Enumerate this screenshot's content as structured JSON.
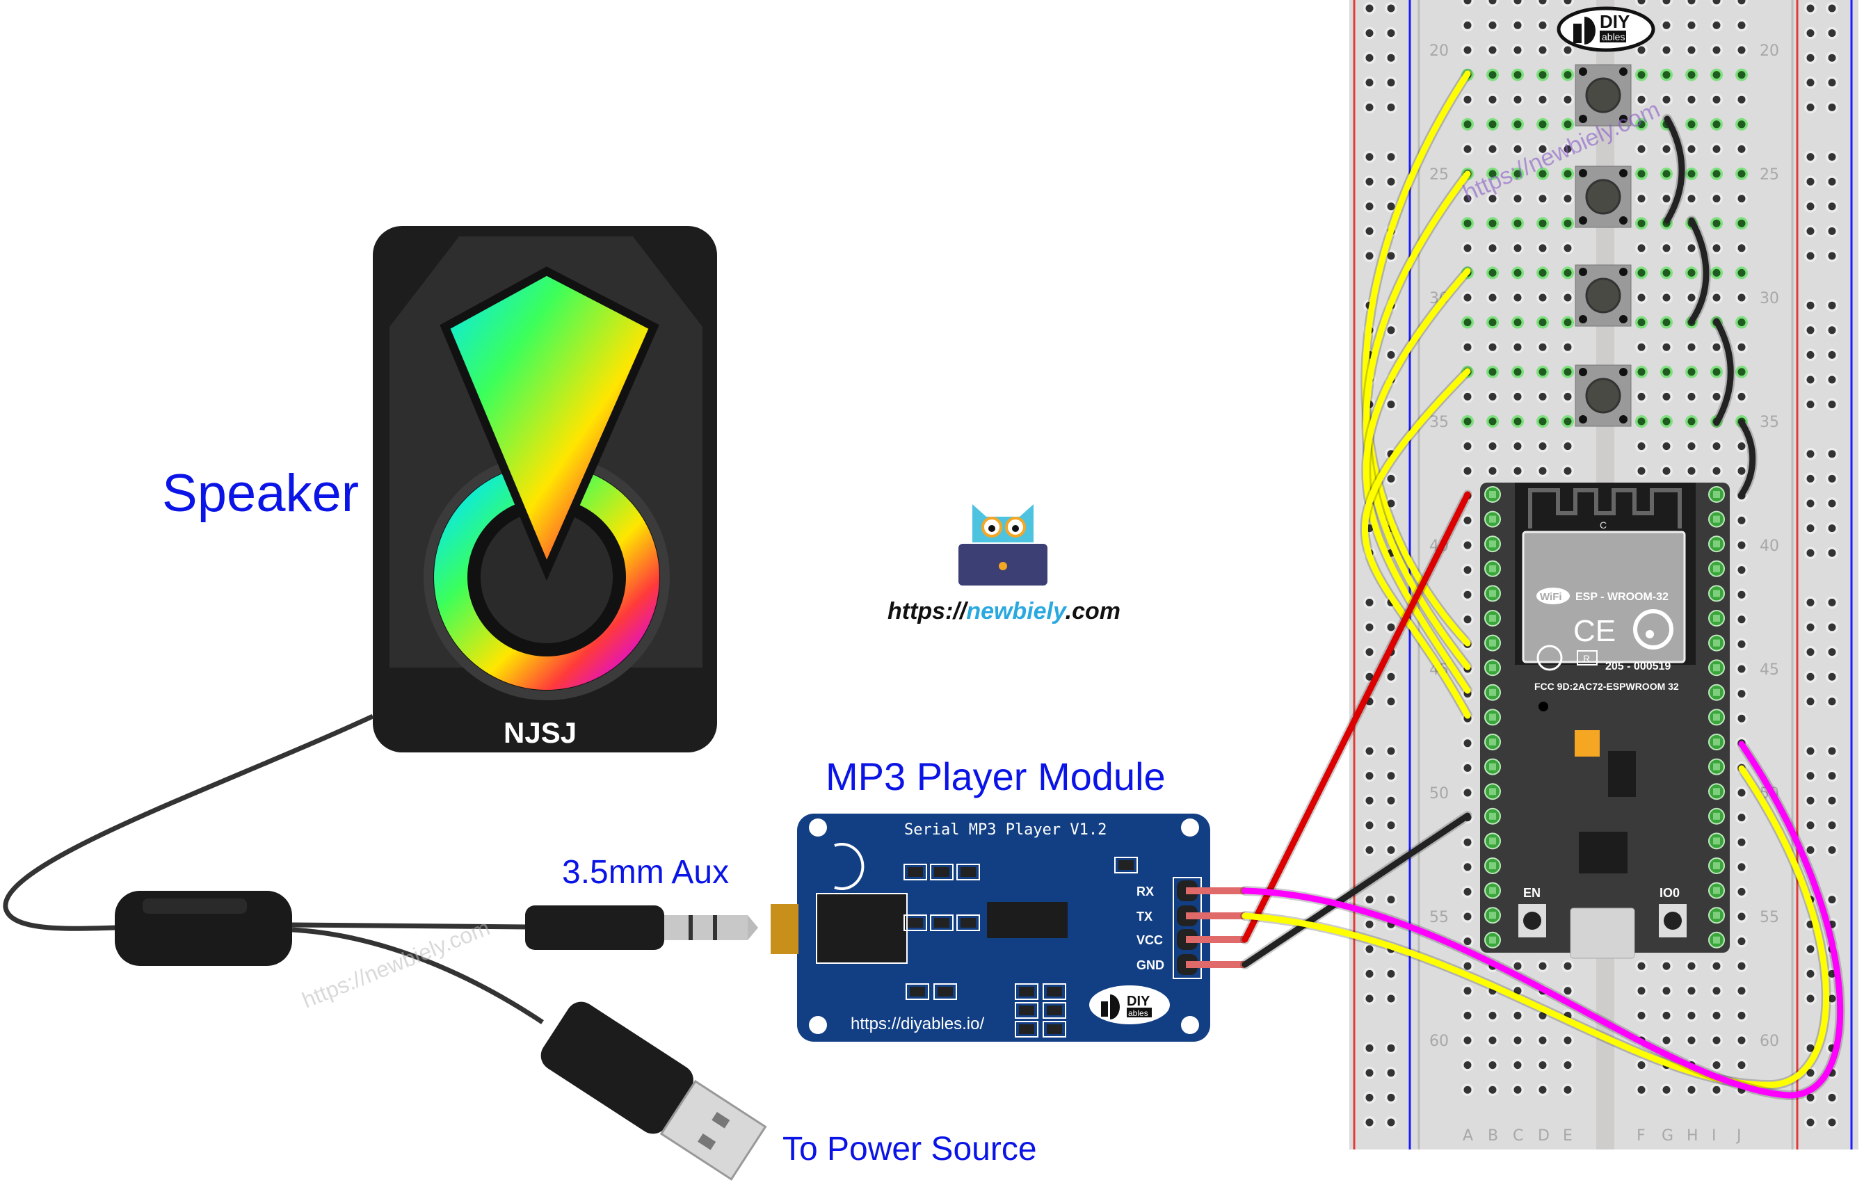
{
  "labels": {
    "speaker": "Speaker",
    "mp3_module": "MP3 Player Module",
    "aux": "3.5mm Aux",
    "power": "To Power Source"
  },
  "speaker": {
    "brand": "NJSJ"
  },
  "mp3": {
    "title": "Serial MP3 Player V1.2",
    "url": "https://diyables.io/",
    "pins": [
      "RX",
      "TX",
      "VCC",
      "GND"
    ],
    "logo": "DIY ables"
  },
  "esp32": {
    "module": "ESP - WROOM-32",
    "cert": "205 - 000519",
    "fcc": "FCC 9D:2AC72-ESPWROOM 32",
    "wifi": "WiFi",
    "ce": "CE",
    "r": "R",
    "c": "C",
    "en": "EN",
    "io0": "IO0"
  },
  "breadboard": {
    "row_labels": [
      "20",
      "25",
      "30",
      "35",
      "40",
      "45",
      "50",
      "55",
      "60"
    ],
    "col_labels": [
      "A",
      "B",
      "C",
      "D",
      "E",
      "F",
      "G",
      "H",
      "I",
      "J"
    ],
    "logo": "DIY ables"
  },
  "newbiely": {
    "prefix": "https://",
    "name": "newbiely",
    "suffix": ".com",
    "watermark": "https://newbiely.com"
  },
  "wires": {
    "RX": "#ff00ff",
    "TX": "#ffff00",
    "VCC": "#dd0000",
    "GND": "#222222",
    "buttons": "#ffff00"
  },
  "colors": {
    "label": "#0a14e6",
    "pcb": "#123f84",
    "esp_board": "#3a3a3a",
    "breadboard": "#dcdcdc"
  }
}
